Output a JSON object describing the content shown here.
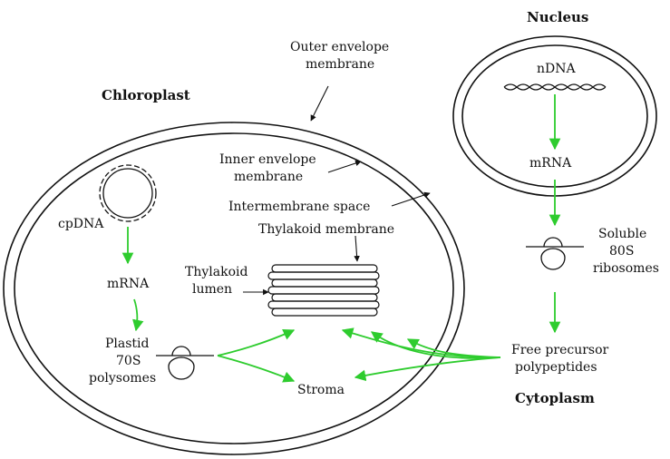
{
  "labels": {
    "chloroplast": "Chloroplast",
    "nucleus": "Nucleus",
    "cytoplasm": "Cytoplasm",
    "outer_envelope_1": "Outer envelope",
    "outer_envelope_2": "membrane",
    "inner_envelope_1": "Inner envelope",
    "inner_envelope_2": "membrane",
    "intermembrane_space": "Intermembrane space",
    "thylakoid_membrane": "Thylakoid membrane",
    "thylakoid_lumen_1": "Thylakoid",
    "thylakoid_lumen_2": "lumen",
    "cpdna": "cpDNA",
    "mrna_chloroplast": "mRNA",
    "plastid_1": "Plastid",
    "plastid_2": "70S",
    "plastid_3": "polysomes",
    "stroma": "Stroma",
    "ndna": "nDNA",
    "mrna_nucleus": "mRNA",
    "soluble_1": "Soluble",
    "soluble_2": "80S",
    "soluble_3": "ribosomes",
    "free_precursor_1": "Free precursor",
    "free_precursor_2": "polypeptides"
  },
  "colors": {
    "arrow": "#2ecc2e",
    "outline": "#111111"
  }
}
